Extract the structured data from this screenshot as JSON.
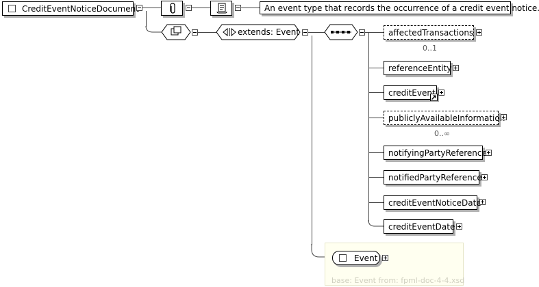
{
  "root": {
    "name": "CreditEventNoticeDocument"
  },
  "annotation": {
    "text": "An event type that records the occurrence of a credit event notice."
  },
  "complex_type": {
    "extends_label": "extends: Event"
  },
  "sequence_children": [
    {
      "name": "affectedTransactions",
      "cardinality": "0..1"
    },
    {
      "name": "referenceEntity",
      "cardinality": ""
    },
    {
      "name": "creditEvent",
      "cardinality": ""
    },
    {
      "name": "publiclyAvailableInformation",
      "cardinality": "0..∞"
    },
    {
      "name": "notifyingPartyReference",
      "cardinality": ""
    },
    {
      "name": "notifiedPartyReference",
      "cardinality": ""
    },
    {
      "name": "creditEventNoticeDate",
      "cardinality": ""
    },
    {
      "name": "creditEventDate",
      "cardinality": ""
    }
  ],
  "base": {
    "name": "Event",
    "caption": "base: Event from: fpml-doc-4-4.xsd"
  },
  "icons": {
    "attributes_group": "paperclip-icon",
    "documentation": "scroll-icon",
    "complex_type": "squares-icon",
    "extends": "extension-arrows-icon",
    "sequence": "sequence-dots-icon",
    "reference": "reference-arrow-icon"
  }
}
